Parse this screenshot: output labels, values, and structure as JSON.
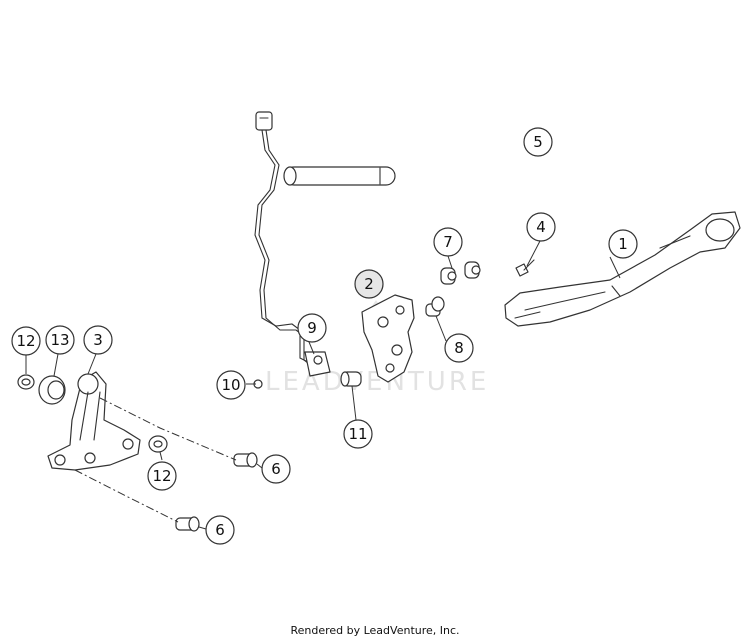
{
  "watermark": {
    "text": "LEADVENTURE"
  },
  "callouts": [
    {
      "id": "c1",
      "number": "1"
    },
    {
      "id": "c2",
      "number": "2"
    },
    {
      "id": "c3",
      "number": "3"
    },
    {
      "id": "c4",
      "number": "4"
    },
    {
      "id": "c5",
      "number": "5"
    },
    {
      "id": "c6a",
      "number": "6"
    },
    {
      "id": "c6b",
      "number": "6"
    },
    {
      "id": "c7",
      "number": "7"
    },
    {
      "id": "c8",
      "number": "8"
    },
    {
      "id": "c9",
      "number": "9"
    },
    {
      "id": "c10",
      "number": "10"
    },
    {
      "id": "c11",
      "number": "11"
    },
    {
      "id": "c12a",
      "number": "12"
    },
    {
      "id": "c12b",
      "number": "12"
    },
    {
      "id": "c13",
      "number": "13"
    }
  ],
  "footer": {
    "text": "Rendered by LeadVenture, Inc."
  },
  "colors": {
    "line": "#333333",
    "watermark": "#e2e2e2",
    "highlight_fill": "#e6e6e6"
  }
}
